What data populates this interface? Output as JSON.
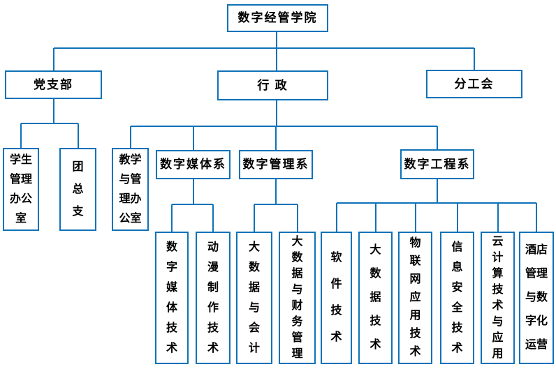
{
  "colors": {
    "line": "#0e72b8",
    "box_border": "#0e72b8",
    "box_background": "#ffffff",
    "text": "#000000",
    "page_background": "#ffffff"
  },
  "nodes": {
    "root": {
      "label": "数字经管学院"
    },
    "party_branch": {
      "label": "党支部"
    },
    "administration": {
      "label": "行 政"
    },
    "branch_union": {
      "label": "分工会"
    },
    "student_affairs_office": {
      "label": "学生\n管理\n办公\n室"
    },
    "youth_league_committee": {
      "label": "团\n总\n支"
    },
    "teaching_admin_office": {
      "label": "教学\n与管\n理办\n公室"
    },
    "digital_media_dept": {
      "label": "数字媒体系"
    },
    "digital_management_dept": {
      "label": "数字管理系"
    },
    "digital_engineering_dept": {
      "label": "数字工程系"
    },
    "digital_media_tech": {
      "label": "数\n字\n媒\n体\n技\n术"
    },
    "animation_production_tech": {
      "label": "动\n漫\n制\n作\n技\n术"
    },
    "big_data_and_accounting": {
      "label": "大\n数\n据\n与\n会\n计"
    },
    "big_data_and_financial_mgmt": {
      "label": "大\n数\n据\n与\n财\n务\n管\n理"
    },
    "software_tech": {
      "label": "软\n件\n技\n术"
    },
    "big_data_tech": {
      "label": "大\n数\n据\n技\n术"
    },
    "iot_application_tech": {
      "label": "物\n联\n网\n应\n用\n技\n术"
    },
    "information_security_tech": {
      "label": "信\n息\n安\n全\n技\n术"
    },
    "cloud_computing_tech_and_app": {
      "label": "云\n计\n算\n技\n术\n与\n应\n用"
    },
    "hotel_mgmt_digital_operations": {
      "label": "酒店\n管理\n与数\n字化\n运营"
    }
  },
  "hierarchy": {
    "数字经管学院": [
      "党支部",
      "行 政",
      "分工会"
    ],
    "党支部": [
      "学生管理办公室",
      "团总支"
    ],
    "行 政": [
      "教学与管理办公室",
      "数字媒体系",
      "数字管理系",
      "数字工程系"
    ],
    "数字媒体系": [
      "数字媒体技术",
      "动漫制作技术"
    ],
    "数字管理系": [
      "大数据与会计",
      "大数据与财务管理"
    ],
    "数字工程系": [
      "软件技术",
      "大数据技术",
      "物联网应用技术",
      "信息安全技术",
      "云计算技术与应用",
      "酒店管理与数字化运营"
    ]
  }
}
